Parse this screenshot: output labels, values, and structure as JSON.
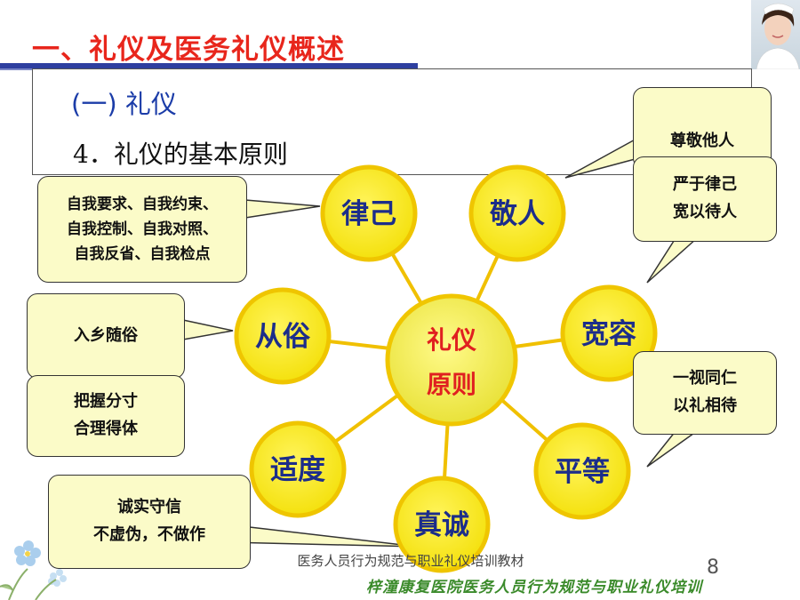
{
  "header": {
    "title": "一、礼仪及医务礼仪概述",
    "subtitle": "(一) 礼仪",
    "section": "4．礼仪的基本原则"
  },
  "diagram": {
    "center": [
      "礼仪",
      "原则"
    ],
    "nodes": [
      "律己",
      "敬人",
      "宽容",
      "平等",
      "真诚",
      "适度",
      "从俗"
    ],
    "callouts": {
      "lvji": [
        "自我要求、自我约束、",
        "自我控制、自我对照、",
        "自我反省、自我检点"
      ],
      "jingren": [
        "尊敬他人"
      ],
      "kuanrong": [
        "严于律己",
        "宽以待人"
      ],
      "pingdeng": [
        "一视同仁",
        "以礼相待"
      ],
      "zhencheng": [
        "诚实守信",
        "不虚伪，不做作"
      ],
      "shidu": [
        "把握分寸",
        "合理得体"
      ],
      "congsu": [
        "入乡随俗"
      ]
    }
  },
  "footer": {
    "doc_title": "医务人员行为规范与职业礼仪培训教材",
    "page": "8",
    "banner": "梓潼康复医院医务人员行为规范与职业礼仪培训"
  },
  "colors": {
    "title": "#e8261c",
    "circle": "#f5e91c",
    "circle_border": "#f0c600",
    "callout": "#fbfbc8"
  }
}
